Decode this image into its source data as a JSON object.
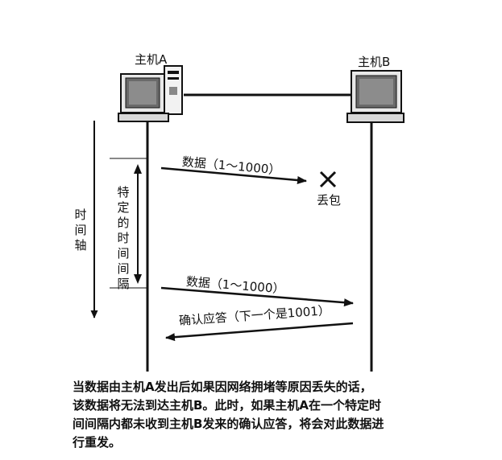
{
  "hosts": {
    "host_a": "主机A",
    "host_b": "主机B"
  },
  "messages": {
    "first_data": "数据（1～1000）",
    "lost_label": "丢包",
    "second_data": "数据（1～1000）",
    "ack": "确认应答（下一个是1001）"
  },
  "axis": {
    "time_axis": "时间轴",
    "interval": "特定的时间间隔"
  },
  "caption": {
    "lines": [
      "当数据由主机A发出后如果因网络拥堵等原因丢失的话，",
      "该数据将无法到达主机B。此时，如果主机A在一个特定时",
      "间间隔内都未收到主机B发来的确认应答，将会对此数据进",
      "行重发。"
    ]
  }
}
